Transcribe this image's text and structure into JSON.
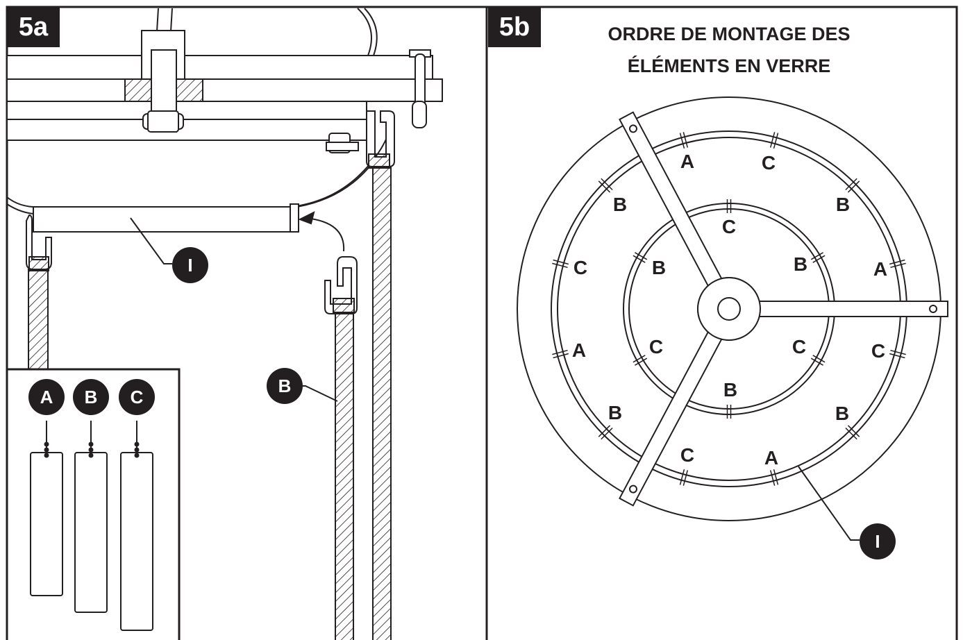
{
  "panel_a": {
    "tag": "5a",
    "callout_part": "I",
    "callout_glass": "B",
    "legend": [
      "A",
      "B",
      "C"
    ]
  },
  "panel_b": {
    "tag": "5b",
    "title_line1": "ORDRE DE MONTAGE DES",
    "title_line2": "ÉLÉMENTS EN VERRE",
    "callout_part": "I",
    "outer_ring_labels": [
      "A",
      "C",
      "B",
      "A",
      "C",
      "B",
      "A",
      "C",
      "B",
      "A",
      "C",
      "B"
    ],
    "inner_ring_labels": [
      "C",
      "B",
      "C",
      "B",
      "C",
      "B"
    ]
  },
  "colors": {
    "ink": "#231f20",
    "paper": "#ffffff"
  }
}
